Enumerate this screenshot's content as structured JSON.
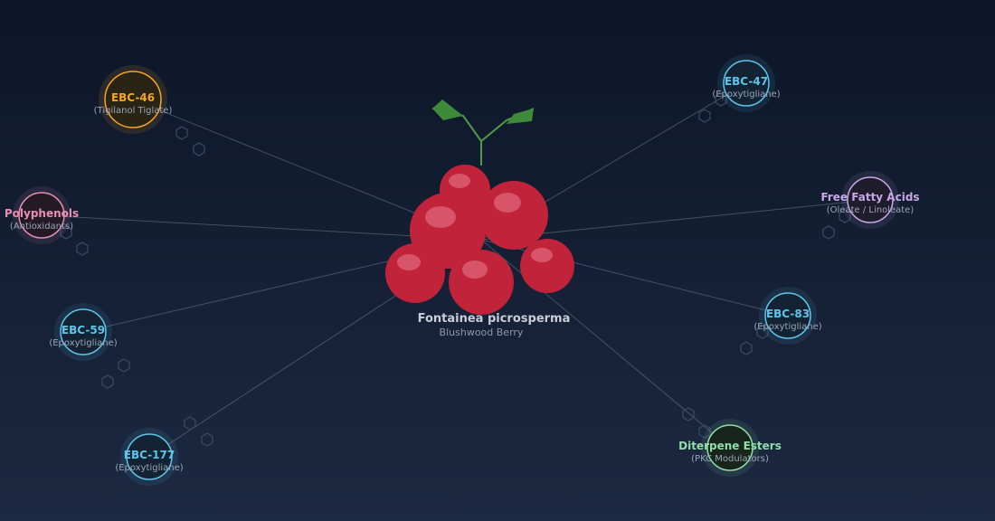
{
  "center": {
    "title": "Fontainea picrosperma",
    "subtitle": "Blushwood Berry"
  },
  "nodes": [
    {
      "id": "ebc-46",
      "title": "EBC-46",
      "subtitle": "(Tigilanol Tiglate)",
      "color": "#f5a623"
    },
    {
      "id": "ebc-47",
      "title": "EBC-47",
      "subtitle": "(Epoxytigliane)",
      "color": "#5cc6ea"
    },
    {
      "id": "polyphenols",
      "title": "Polyphenols",
      "subtitle": "(Antioxidants)",
      "color": "#e58fb1"
    },
    {
      "id": "free-fatty-acids",
      "title": "Free Fatty Acids",
      "subtitle": "(Oleate / Linoleate)",
      "color": "#c7a7e6"
    },
    {
      "id": "ebc-59",
      "title": "EBC-59",
      "subtitle": "(Epoxytigliane)",
      "color": "#5cc6ea"
    },
    {
      "id": "ebc-83",
      "title": "EBC-83",
      "subtitle": "(Epoxytigliane)",
      "color": "#5cc6ea"
    },
    {
      "id": "ebc-177",
      "title": "EBC-177",
      "subtitle": "(Epoxytigliane)",
      "color": "#5cc6ea"
    },
    {
      "id": "diterpene-esters",
      "title": "Diterpene Esters",
      "subtitle": "(PKC Modulators)",
      "color": "#8fdfa6"
    }
  ],
  "colors": {
    "berry": "#c0233a",
    "berry_highlight": "#e0667a",
    "stem": "#3f8a3a",
    "link": "#6d7a90",
    "hexagon": "#3c4a62"
  },
  "icons": [
    "hexagon-icon",
    "berry-icon",
    "leaf-icon"
  ]
}
